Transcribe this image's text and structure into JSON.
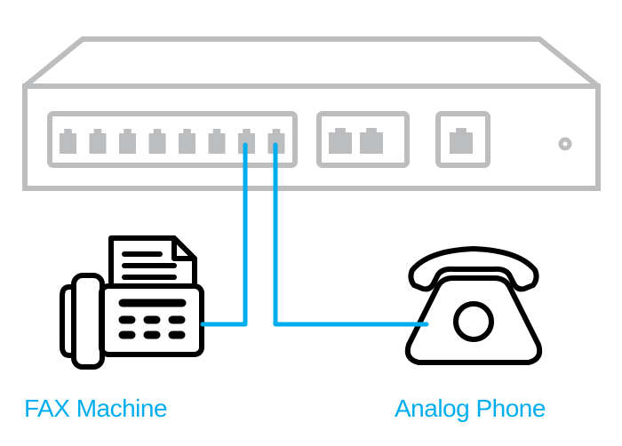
{
  "colors": {
    "device_outline": "#bcbdbf",
    "port_fill": "#bcbdbf",
    "cable": "#00aeef",
    "icon_stroke": "#000000",
    "label": "#00aeef",
    "background": "#ffffff"
  },
  "switch": {
    "name": "network-switch",
    "port_groups": [
      {
        "name": "phone-ports",
        "port_count": 8,
        "connected_ports": [
          7,
          8
        ]
      },
      {
        "name": "uplink-ports",
        "port_count": 2,
        "connected_ports": []
      },
      {
        "name": "wan-port",
        "port_count": 1,
        "connected_ports": []
      }
    ],
    "indicator": "power-led"
  },
  "devices": [
    {
      "id": "fax",
      "label": "FAX Machine",
      "icon": "fax-machine-icon",
      "connected_port": 7
    },
    {
      "id": "phone",
      "label": "Analog Phone",
      "icon": "analog-phone-icon",
      "connected_port": 8
    }
  ]
}
